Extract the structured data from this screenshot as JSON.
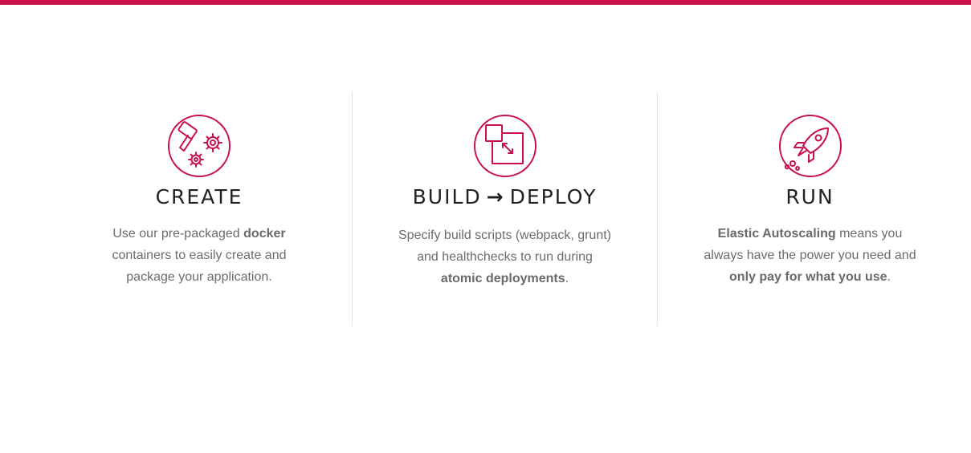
{
  "brand": {
    "accent_color": "#c8104b"
  },
  "features": [
    {
      "icon": "hammer-gears-icon",
      "title": "CREATE",
      "desc": {
        "line1_pre": "Use our pre-packaged ",
        "line1_bold": "docker",
        "line2": "containers to easily create and",
        "line3": "package your application."
      }
    },
    {
      "icon": "resize-squares-icon",
      "title_left": "BUILD",
      "title_arrow": "→",
      "title_right": "DEPLOY",
      "desc": {
        "line1": "Specify build scripts (webpack, grunt)",
        "line2": "and healthchecks to run during",
        "line3_bold": "atomic deployments",
        "line3_post": "."
      }
    },
    {
      "icon": "rocket-icon",
      "title": "RUN",
      "desc": {
        "line1_bold": "Elastic Autoscaling",
        "line1_post": " means you",
        "line2": "always have the power you need and",
        "line3_bold": "only pay for what you use",
        "line3_post": "."
      }
    }
  ]
}
